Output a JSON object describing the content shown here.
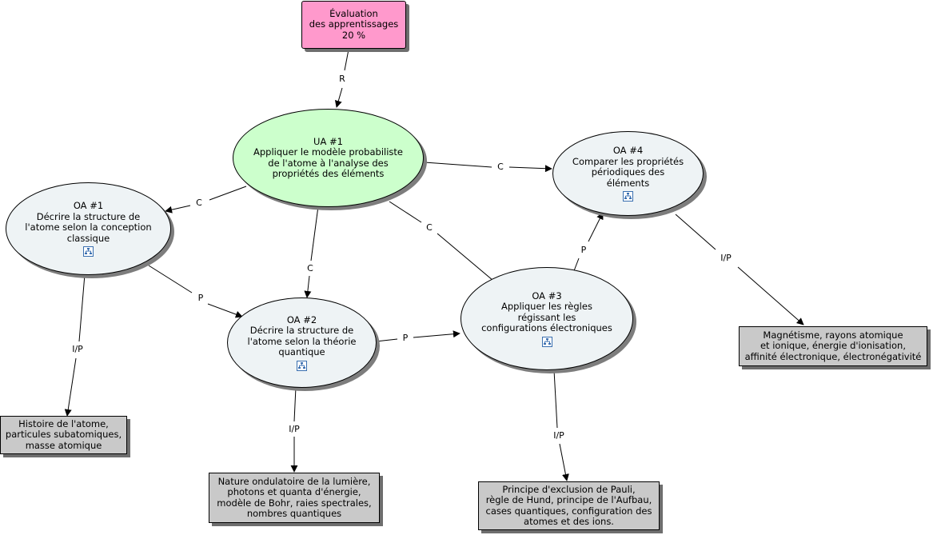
{
  "nodes": {
    "evaluation": "Évaluation\ndes apprentissages\n20 %",
    "ua1": "UA #1\nAppliquer le modèle probabiliste\nde l'atome à l'analyse des\npropriétés des éléments",
    "oa1": "OA #1\nDécrire la structure de\nl'atome selon la conception\nclassique",
    "oa2": "OA #2\nDécrire la structure de\nl'atome selon la théorie\nquantique",
    "oa3": "OA #3\nAppliquer les règles\nrégissant  les\nconfigurations électroniques",
    "oa4": "OA #4\nComparer les propriétés\npériodiques des\néléments",
    "box_histoire": "Histoire de l'atome,\nparticules subatomiques,\nmasse atomique",
    "box_nature": "Nature ondulatoire de la lumière,\nphotons et quanta d'énergie,\nmodèle de Bohr, raies spectrales,\nnombres quantiques",
    "box_principe": "Principe d'exclusion de Pauli,\nrègle de Hund, principe de l'Aufbau,\ncases quantiques, configuration des\natomes et des ions.",
    "box_magnetisme": "Magnétisme, rayons atomique\net ionique, énergie d'ionisation,\naffinité électronique, électronégativité"
  },
  "links": {
    "eval_ua1": "R",
    "ua1_oa1": "C",
    "ua1_oa2": "C",
    "ua1_oa3": "C",
    "ua1_oa4": "C",
    "oa1_oa2": "P",
    "oa2_oa3": "P",
    "oa3_oa4": "P",
    "oa1_box": "I/P",
    "oa2_box": "I/P",
    "oa3_box": "I/P",
    "oa4_box": "I/P"
  },
  "colors": {
    "ellipse_fill": "#eef3f5",
    "ua_fill": "#ccffcc",
    "evaluation_fill": "#ff99cc",
    "box_fill": "#c9c9c9",
    "shadow": "#7d7d7d"
  },
  "icons": {
    "submap": "concept-map-icon"
  }
}
